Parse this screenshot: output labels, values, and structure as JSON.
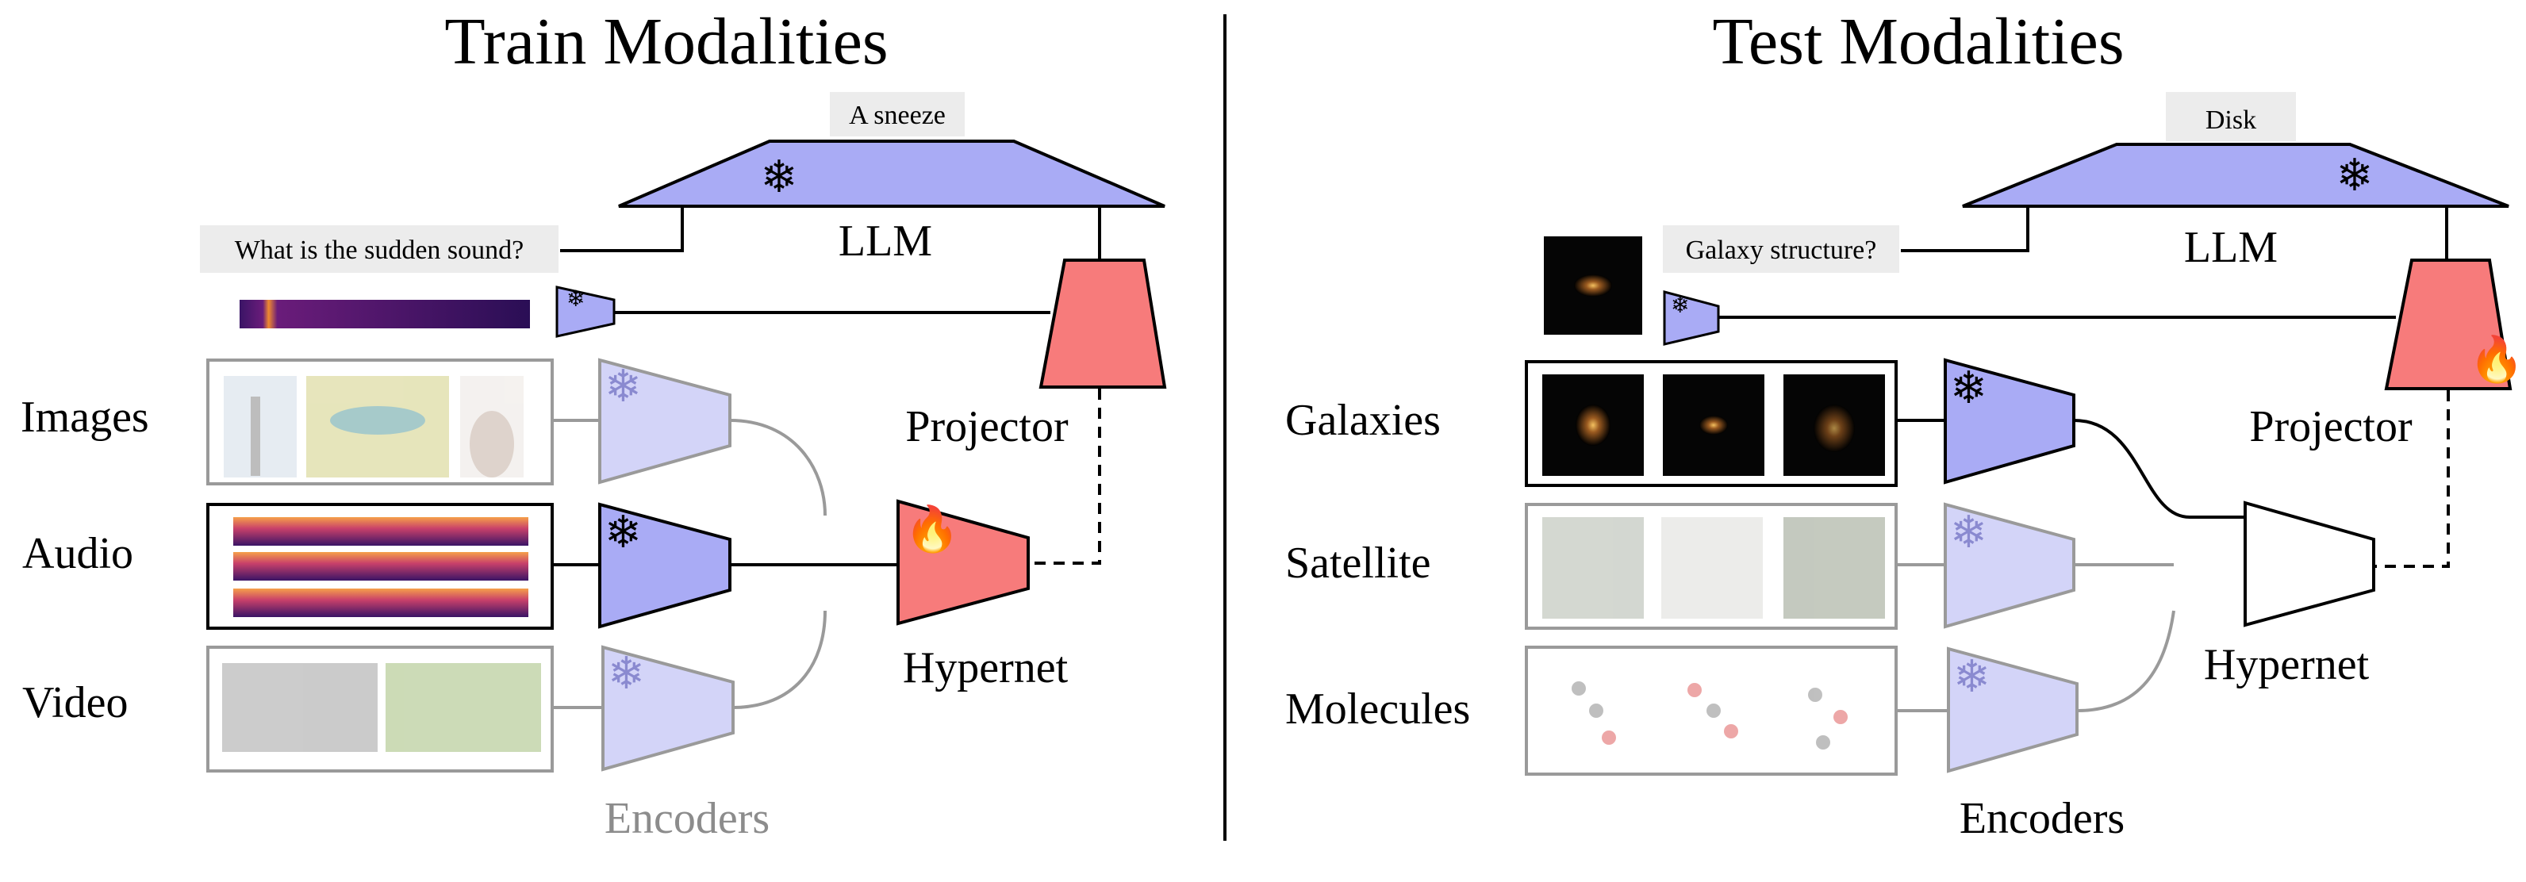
{
  "left": {
    "title": "Train Modalities",
    "output_text": "A sneeze",
    "prompt_text": "What is the sudden sound?",
    "llm_label": "LLM",
    "projector_label": "Projector",
    "hypernet_label": "Hypernet",
    "encoders_label": "Encoders",
    "modalities": [
      "Images",
      "Audio",
      "Video"
    ],
    "snowflake": "❄",
    "flame": "🔥"
  },
  "right": {
    "title": "Test Modalities",
    "output_text": "Disk",
    "prompt_text": "Galaxy structure?",
    "llm_label": "LLM",
    "projector_label": "Projector",
    "hypernet_label": "Hypernet",
    "encoders_label": "Encoders",
    "modalities": [
      "Galaxies",
      "Satellite",
      "Molecules"
    ],
    "snowflake": "❄",
    "flame": "🔥"
  },
  "colors": {
    "llm": "#a9abf5",
    "projector": "#f77b7b",
    "encoder_active": "#a9abf5",
    "encoder_faded": "#d3d4f8",
    "divider": "#000000"
  }
}
